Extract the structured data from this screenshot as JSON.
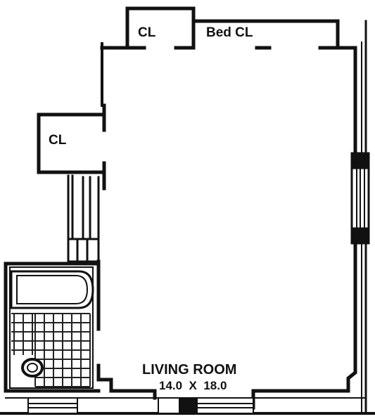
{
  "rooms": {
    "closet_top": {
      "label": "CL"
    },
    "bed_closet": {
      "label": "Bed CL"
    },
    "closet_left": {
      "label": "CL"
    },
    "living_room": {
      "label": "LIVING ROOM",
      "dimensions": "14.0  X  18.0"
    }
  },
  "colors": {
    "wall": "#111111",
    "background": "#ffffff",
    "tile": "#222222"
  }
}
